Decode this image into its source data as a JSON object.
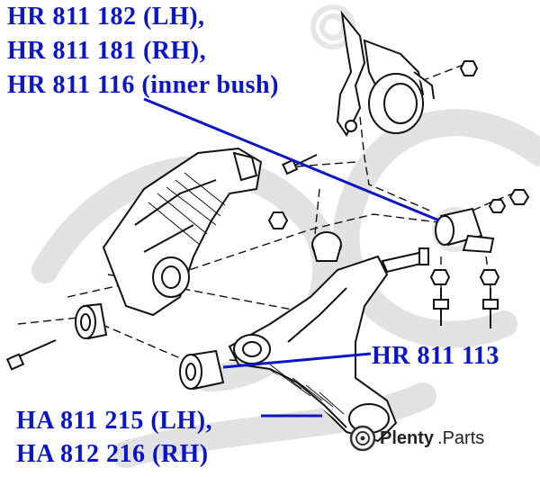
{
  "labels": {
    "top_1": "HR 811 182 (LH),",
    "top_2": "HR 811 181 (RH),",
    "top_3": "HR 811 116 (inner bush)",
    "middle": "HR 811 113",
    "bottom_1": "HA 811 215 (LH),",
    "bottom_2": "HA 812 216 (RH)"
  },
  "watermark": {
    "text_bold": "Plenty",
    "text_rest": ".Parts"
  },
  "colors": {
    "label": "#0a14c8",
    "drawing": "#111111",
    "watermark": "#dcdcdc"
  }
}
